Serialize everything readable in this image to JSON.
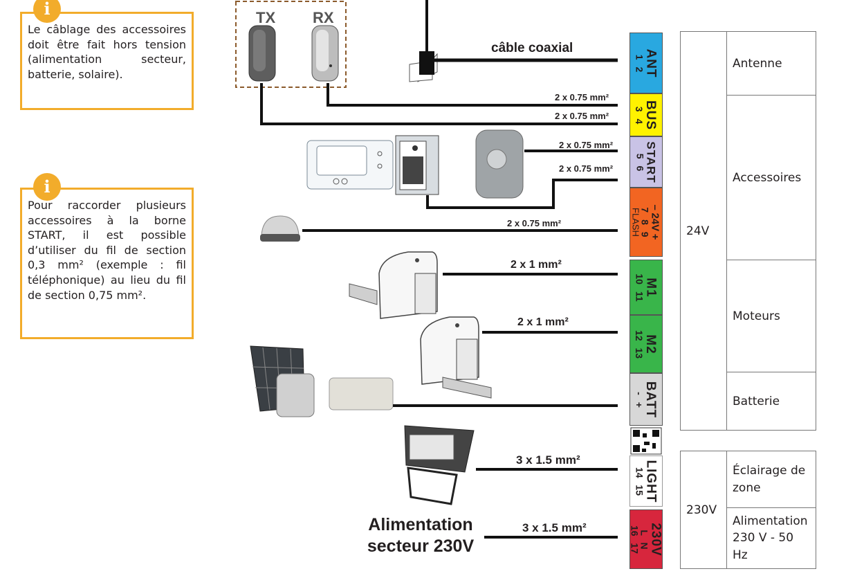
{
  "info_notes": [
    {
      "icon": "info-icon",
      "text": "Le câblage des accessoires doit être fait hors tension (alimentation secteur, batterie, solaire)."
    },
    {
      "icon": "info-icon",
      "text": "Pour raccorder plusieurs accessoires à la borne START, il est possible d’utiliser du fil de section 0,3 mm² (exemple : fil téléphonique) au lieu du fil de section 0,75 mm²."
    }
  ],
  "photocells": {
    "tx": "TX",
    "rx": "RX"
  },
  "cables": {
    "coax": "câble coaxial",
    "bus_rx": "2 x 0.75 mm²",
    "bus_tx": "2 x 0.75 mm²",
    "start_1": "2 x 0.75 mm²",
    "start_2": "2 x 0.75 mm²",
    "flash": "2 x 0.75 mm²",
    "m1": "2 x 1 mm²",
    "m2": "2 x 1 mm²",
    "light": "3 x 1.5 mm²",
    "mains": "3 x 1.5 mm²"
  },
  "mains_label": {
    "line1": "Alimentation",
    "line2": "secteur 230V"
  },
  "terminals": [
    {
      "id": "ant",
      "name": "ANT",
      "nums": "1 2",
      "color": "#29a8e0"
    },
    {
      "id": "bus",
      "name": "BUS",
      "nums": "3 4",
      "color": "#fff200"
    },
    {
      "id": "start",
      "name": "START",
      "nums": "5 6",
      "color": "#c9c3e6"
    },
    {
      "id": "flash",
      "name": "FLASH",
      "nums": "7 8 9",
      "sign_minus": "–",
      "sign_plus": "+",
      "v24": "24V",
      "color": "#f26522"
    },
    {
      "id": "m1",
      "name": "M1",
      "nums": "10 11",
      "color": "#39b54a"
    },
    {
      "id": "m2",
      "name": "M2",
      "nums": "12 13",
      "color": "#39b54a"
    },
    {
      "id": "batt",
      "name": "BATT",
      "minus": "-",
      "plus": "+",
      "color": "#d7d7d7"
    },
    {
      "id": "light",
      "name": "LIGHT",
      "nums": "14 15",
      "color": "#ffffff"
    },
    {
      "id": "mains",
      "name": "230V",
      "sub": "L N",
      "nums": "16 17",
      "color": "#d7263d"
    }
  ],
  "legend_24v": {
    "voltage": "24V",
    "rows": [
      "Antenne",
      "Accessoires",
      "Moteurs",
      "Batterie"
    ]
  },
  "legend_230v": {
    "voltage": "230V",
    "rows": [
      "Éclairage de zone",
      "Alimentation 230 V - 50 Hz"
    ]
  }
}
